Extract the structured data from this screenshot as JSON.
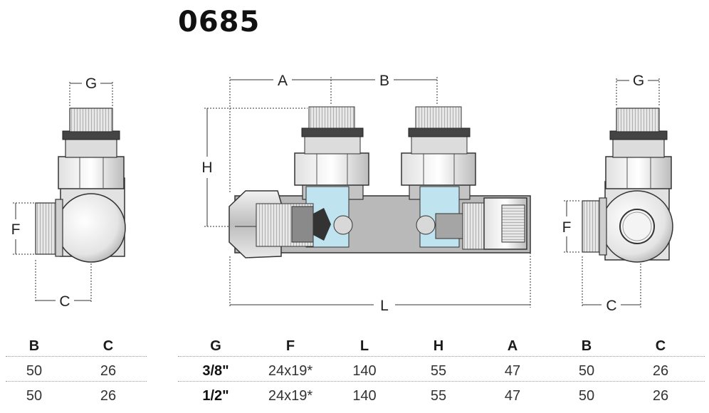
{
  "product_code": "0685",
  "dimension_labels": {
    "left_g": "G",
    "left_f": "F",
    "left_c": "C",
    "mid_a": "A",
    "mid_b": "B",
    "mid_h": "H",
    "mid_l": "L",
    "right_g": "G",
    "right_f": "F",
    "right_c": "C"
  },
  "left_table": {
    "headers": [
      "B",
      "C"
    ],
    "rows": [
      [
        "50",
        "26"
      ],
      [
        "50",
        "26"
      ]
    ]
  },
  "main_table": {
    "headers": [
      "G",
      "F",
      "L",
      "H",
      "A",
      "B",
      "C"
    ],
    "rows": [
      [
        "3/8\"",
        "24x19*",
        "140",
        "55",
        "47",
        "50",
        "26"
      ],
      [
        "1/2\"",
        "24x19*",
        "140",
        "55",
        "47",
        "50",
        "26"
      ]
    ]
  },
  "colors": {
    "metal": "#d9d9d9",
    "metal_dark": "#9a9a9a",
    "cutaway": "#bfe3ef",
    "line": "#333333"
  }
}
